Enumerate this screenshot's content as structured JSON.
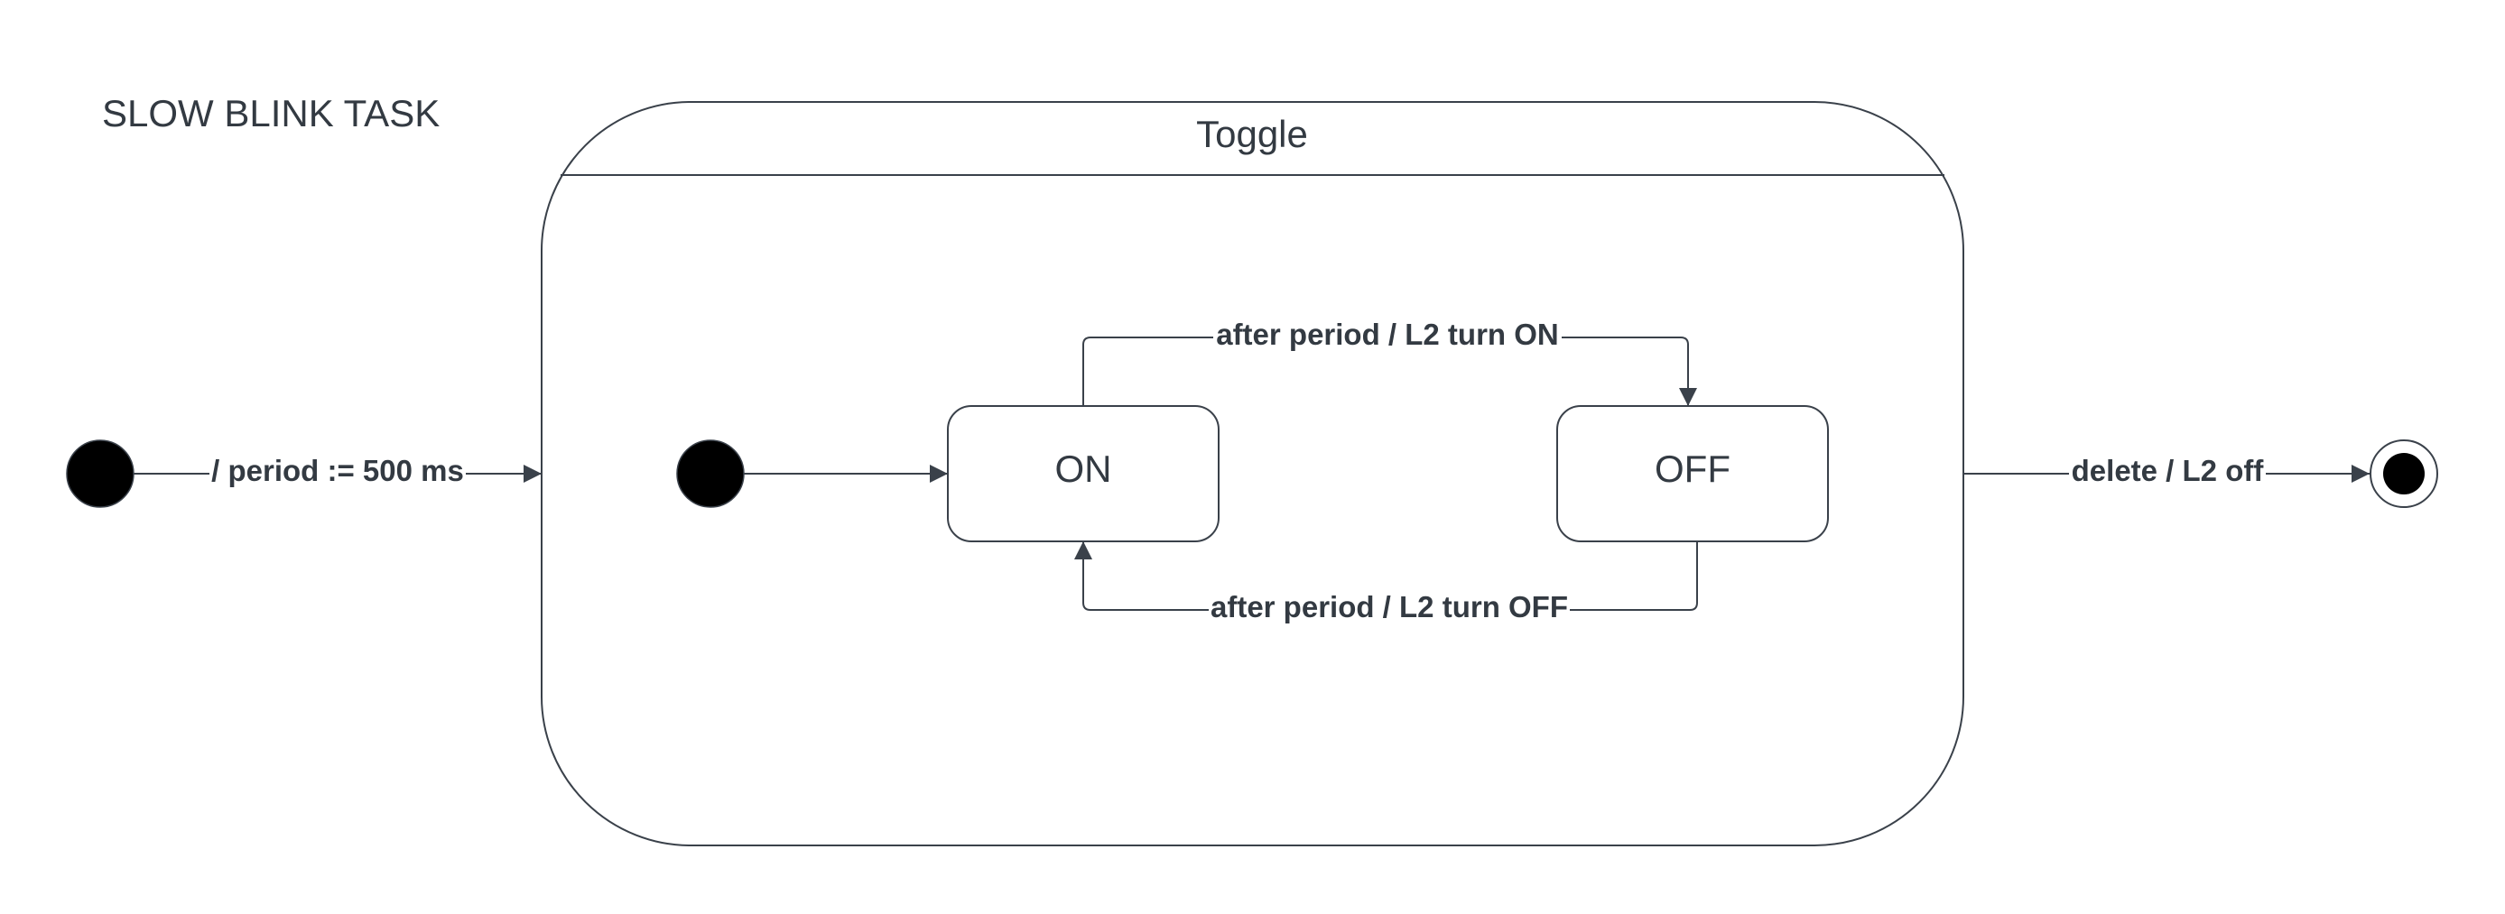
{
  "diagram": {
    "title": "SLOW BLINK TASK",
    "composite_state": {
      "name": "Toggle"
    },
    "states": {
      "on": {
        "name": "ON"
      },
      "off": {
        "name": "OFF"
      }
    },
    "transitions": {
      "init_to_toggle": "/ period := 500 ms",
      "on_to_off": "after period / L2 turn ON",
      "off_to_on": "after period / L2 turn OFF",
      "toggle_to_final": "delete / L2 off"
    },
    "colors": {
      "stroke": "#3a414a",
      "text": "#333a42",
      "initial_dot": "#000000",
      "background": "#ffffff"
    }
  }
}
